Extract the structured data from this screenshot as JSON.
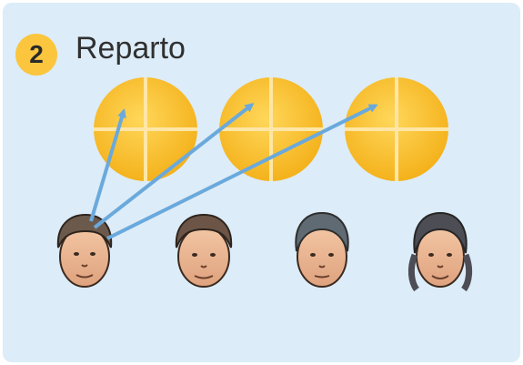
{
  "exercise": {
    "number": "2",
    "title": "Reparto"
  },
  "scene": {
    "pies": [
      {
        "name": "pie-1",
        "pieces": 4
      },
      {
        "name": "pie-2",
        "pieces": 4
      },
      {
        "name": "pie-3",
        "pieces": 4
      }
    ],
    "people": [
      {
        "name": "child-1"
      },
      {
        "name": "child-2"
      },
      {
        "name": "child-3"
      },
      {
        "name": "child-4"
      }
    ],
    "arrows": [
      {
        "from": "child-1",
        "to": "pie-1"
      },
      {
        "from": "child-1",
        "to": "pie-2"
      },
      {
        "from": "child-1",
        "to": "pie-3"
      }
    ]
  },
  "colors": {
    "background": "#dcecf8",
    "badge": "#fbc53e",
    "pie": "#f9c02a",
    "arrow": "#6aa9dc"
  }
}
